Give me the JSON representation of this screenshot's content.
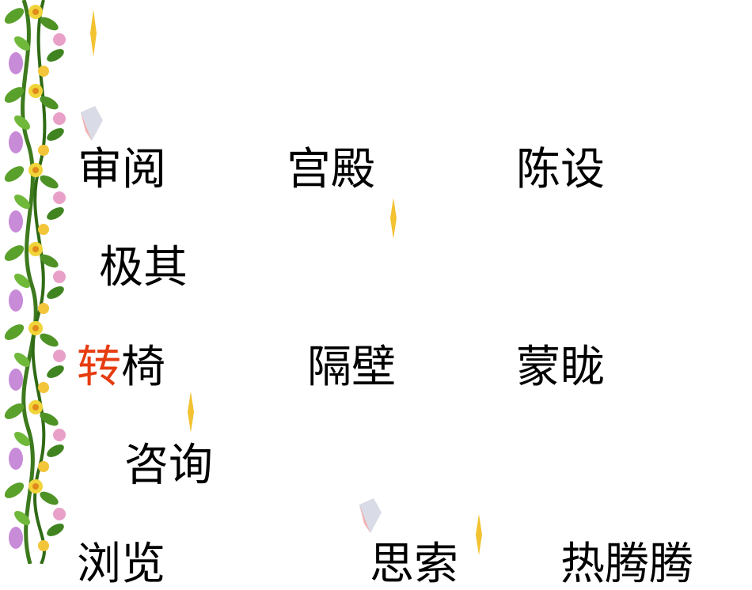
{
  "slide": {
    "rows": [
      {
        "words": [
          "审阅",
          "宫殿",
          "陈设"
        ]
      },
      {
        "words": [
          "极其"
        ]
      },
      {
        "words": [
          {
            "accent": "转",
            "rest": "椅"
          },
          "隔壁",
          "蒙眬"
        ]
      },
      {
        "words": [
          "咨询"
        ]
      },
      {
        "words": [
          "浏览",
          "思索",
          "热腾腾"
        ]
      }
    ]
  },
  "colors": {
    "text": "#000000",
    "accent": "#e63c10"
  },
  "decorations": [
    "flower-vine-border",
    "sparkle-icon",
    "ribbon-icon"
  ]
}
